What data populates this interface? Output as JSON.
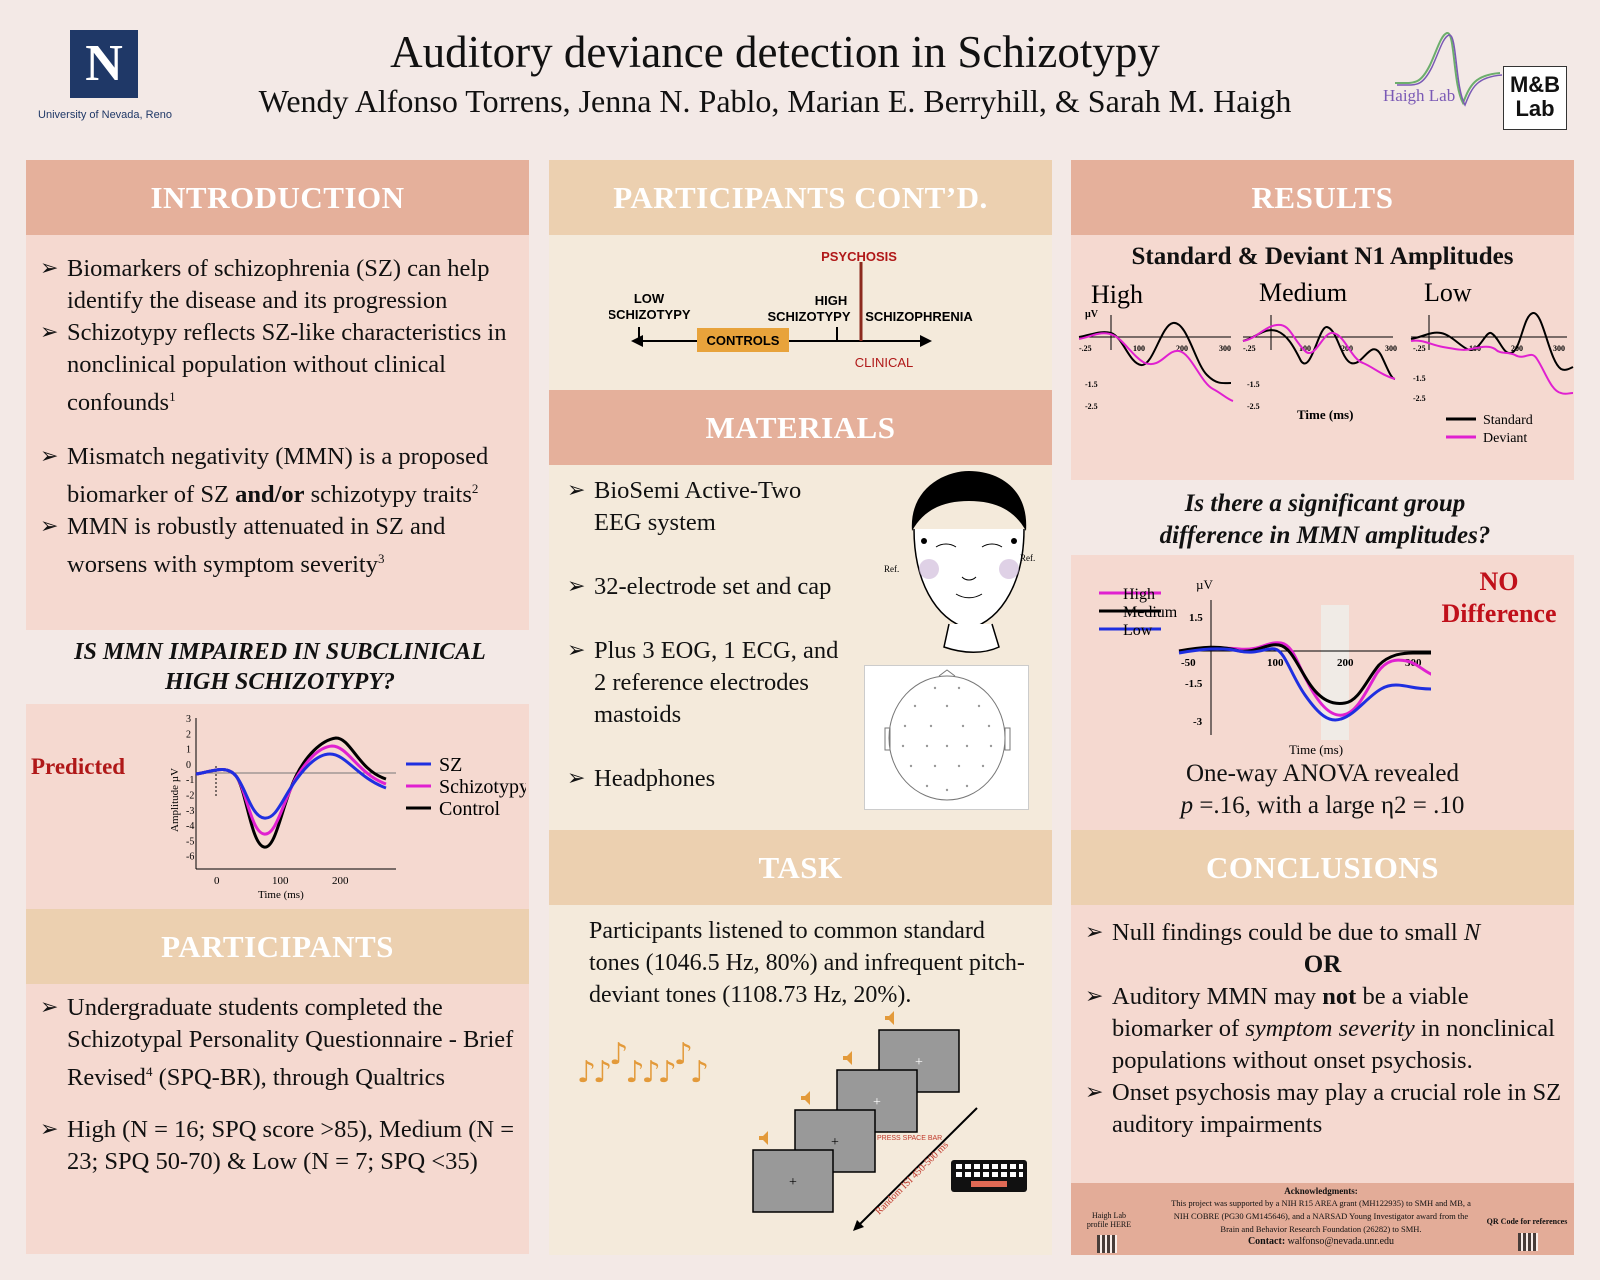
{
  "header": {
    "title": "Auditory deviance detection in Schizotypy",
    "authors": "Wendy Alfonso Torrens, Jenna N. Pablo, Marian E. Berryhill, & Sarah M. Haigh",
    "university": "University of Nevada, Reno",
    "logo_letter": "N",
    "haigh_lab": "Haigh Lab",
    "mb_lab_line1": "M&B",
    "mb_lab_line2": "Lab"
  },
  "introduction": {
    "heading": "INTRODUCTION",
    "bullets": [
      {
        "text": "Biomarkers of schizophrenia (SZ) can help identify the disease and its progression"
      },
      {
        "text": "Schizotypy reflects SZ-like characteristics in nonclinical population without clinical confounds",
        "sup": "1"
      },
      {
        "pre": "Mismatch negativity (MMN) is a proposed biomarker of SZ ",
        "bold": "and/or",
        "post": " schizotypy traits",
        "sup": "2"
      },
      {
        "text": "MMN is robustly attenuated in SZ and worsens with symptom severity",
        "sup": "3"
      }
    ]
  },
  "question1": "IS MMN IMPAIRED IN SUBCLINICAL HIGH SCHIZOTYPY?",
  "predicted_chart": {
    "label": "Predicted",
    "ylabel": "Amplitude µV",
    "xlabel": "Time (ms)",
    "yticks": [
      "3",
      "2",
      "1",
      "0",
      "-1",
      "-2",
      "-3",
      "-4",
      "-5",
      "-6"
    ],
    "xticks": [
      "0",
      "100",
      "200"
    ],
    "legend": [
      "SZ",
      "Schizotypy",
      "Control"
    ],
    "colors": {
      "SZ": "#1f2fe0",
      "Schizotypy": "#e020d0",
      "Control": "#000000"
    }
  },
  "participants": {
    "heading": "PARTICIPANTS",
    "b1_pre": "Undergraduate students completed the Schizotypal Personality Questionnaire - Brief Revised",
    "b1_sup": "4",
    "b1_post": " (SPQ-BR), through Qualtrics",
    "b2": "High (N = 16; SPQ score >85), Medium (N = 23; SPQ 50-70) & Low (N = 7; SPQ <35)"
  },
  "participants_contd": {
    "heading": "PARTICIPANTS CONT’D.",
    "psychosis": "PSYCHOSIS",
    "low1": "LOW",
    "low2": "SCHIZOTYPY",
    "high1": "HIGH",
    "high2": "SCHIZOTYPY",
    "sz": "SCHIZOPHRENIA",
    "controls": "CONTROLS",
    "clinical": "CLINICAL"
  },
  "materials": {
    "heading": "MATERIALS",
    "bullets": [
      "BioSemi Active-Two EEG system",
      "32-electrode set and cap",
      "Plus 3 EOG, 1 ECG, and 2 reference electrodes mastoids",
      "Headphones"
    ],
    "ref": "Ref."
  },
  "task": {
    "heading": "TASK",
    "text": "Participants listened to common standard tones (1046.5 Hz, 80%) and infrequent pitch-deviant tones (1108.73 Hz, 20%).",
    "press": "PRESS SPACE BAR",
    "isi": "Random ISI 450-500 ms",
    "plus": "+"
  },
  "results": {
    "heading": "RESULTS",
    "subtitle": "Standard & Deviant N1 Amplitudes",
    "groups": [
      "High",
      "Medium",
      "Low"
    ],
    "uv": "µV",
    "yticks": [
      "-.25",
      "-1.5",
      "-2.5"
    ],
    "xticks": [
      "100",
      "200",
      "300"
    ],
    "xlabel": "Time (ms)",
    "legend": [
      "Standard",
      "Deviant"
    ],
    "colors": {
      "Standard": "#000000",
      "Deviant": "#e020d0"
    }
  },
  "question2": "Is there a significant group difference in MMN amplitudes?",
  "mmn_chart": {
    "legend": [
      "High",
      "Medium",
      "Low"
    ],
    "colors": {
      "High": "#e020d0",
      "Medium": "#000000",
      "Low": "#1f2fe0"
    },
    "uv": "µV",
    "yticks": [
      "1.5",
      "-1.5",
      "-3"
    ],
    "xticks": [
      "-50",
      "100",
      "200",
      "300"
    ],
    "xlabel": "Time (ms)",
    "no": "NO",
    "difference": "Difference",
    "anova1": "One-way ANOVA revealed",
    "anova2_p": "p",
    "anova2": " =.16, with a large η2 = .10"
  },
  "conclusions": {
    "heading": "CONCLUSIONS",
    "b1_pre": "Null findings could be due to small ",
    "b1_n": "N",
    "or": "OR",
    "b2_a": "Auditory MMN may ",
    "b2_not": "not",
    "b2_b": " be a viable biomarker of ",
    "b2_it": "symptom severity",
    "b2_c": " in nonclinical populations without onset psychosis.",
    "b3": "Onset psychosis may play a crucial role in SZ auditory impairments"
  },
  "ack": {
    "title": "Acknowledgments:",
    "text": "This project was supported by a NIH R15 AREA grant (MH122935) to SMH and MB, a NIH COBRE (PG30 GM145646), and a NARSAD Young Investigator award from the Brain and Behavior Research Foundation (26282) to SMH.",
    "contact_label": "Contact:",
    "contact": "walfonso@nevada.unr.edu",
    "left": "Haigh Lab profile HERE",
    "right": "QR Code for references"
  }
}
